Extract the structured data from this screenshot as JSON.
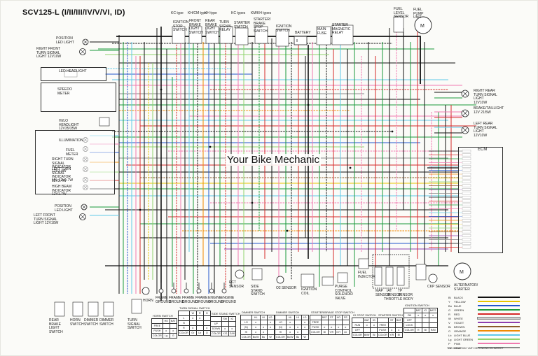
{
  "title": "SCV125-L (I/II/III/IV/V/VI, ID)",
  "watermark": "Your Bike Mechanic",
  "top_components": [
    {
      "type": "KC type",
      "name": "IGNITION STOP SWITCH"
    },
    {
      "type": "KH/CM type",
      "name": "FRONT BRAKE LIGHT SWITCH"
    },
    {
      "type": "KH type",
      "name": "REAR BRAKE LIGHT SWITCH"
    },
    {
      "type": "",
      "name": "TURN SIGNAL RELAY"
    },
    {
      "type": "KC types",
      "name": "STARTER SWITCH"
    },
    {
      "type": "KM/KH types",
      "name": "STARTER/ BRAKE STOP SWITCH"
    },
    {
      "type": "",
      "name": "IGNITION SWITCH"
    },
    {
      "type": "",
      "name": "BATTERY"
    },
    {
      "type": "",
      "name": "MAIN FUSE"
    },
    {
      "type": "",
      "name": "STARTER MAGNETIC RELAY"
    },
    {
      "type": "",
      "name": "FUEL LEVEL SENSOR"
    },
    {
      "type": "",
      "name": "FUEL PUMP UNIT"
    }
  ],
  "left_components": [
    "POSITION LED LIGHT",
    "RIGHT FRONT TURN SIGNAL LIGHT 12V10W",
    "LED HEADLIGHT",
    "SPEEDO METER",
    "HI/LO HEADLIGHT 12V35/35W",
    "ILLUMINATION",
    "FUEL METER",
    "RIGHT TURN SIGNAL INDICATOR 12V3.4W",
    "LEFT TURN SIGNAL INDICATOR 12V3.4W",
    "MIL 12V1.7W",
    "HIGH BEAM INDICATOR 12V1.7W",
    "POSITION LED LIGHT",
    "LEFT FRONT TURN SIGNAL LIGHT 12V10W"
  ],
  "right_components": [
    "RIGHT REAR TURN SIGNAL LIGHT 12V10W",
    "BRAKE/TAILLIGHT 12V 21/5W",
    "LEFT REAR TURN SIGNAL LIGHT 12V10W",
    "ECM"
  ],
  "bottom_components": [
    "ECT SENSOR",
    "SIDE STAND SWITCH",
    "O2 SENSOR",
    "IGNITION COIL",
    "PURGE CONTROL SOLENOID VALVE",
    "FUEL INJECTOR",
    "MAP SENSOR",
    "IAT SENSOR",
    "TP SENSOR",
    "THROTTLE BODY",
    "CKP SENSOR",
    "ALTERNATOR/ STARTER"
  ],
  "bottom_switches": [
    "REAR BRAKE LIGHT SWITCH",
    "HORN SWITCH",
    "DIMMER SWITCH",
    "DIMMER SWITCH",
    "TURN SIGNAL SWITCH",
    "HORN",
    "FRAME GROUND",
    "FRAME GROUND",
    "FRAME GROUND",
    "FRAME GROUND",
    "ENGINE GROUND",
    "ENGINE GROUND"
  ],
  "switch_tables": [
    {
      "title": "HORN SWITCH",
      "header": [
        "",
        "HO",
        "BAT"
      ],
      "rows": [
        [
          "FREE",
          "",
          ""
        ],
        [
          "PUSH",
          "o",
          "o"
        ],
        [
          "COLOR",
          "Lg",
          "G"
        ]
      ]
    },
    {
      "title": "TURN SIGNAL SWITCH",
      "header": [
        "",
        "W",
        "R",
        "O"
      ],
      "rows": [
        [
          "L",
          "o",
          "o",
          ""
        ],
        [
          "N",
          "",
          "",
          ""
        ],
        [
          "R",
          "o",
          "",
          "o"
        ],
        [
          "COLOR",
          "Gr",
          "Lb",
          "O"
        ]
      ]
    },
    {
      "title": "SIDE STAND SWITCH",
      "header": [
        "",
        "SW",
        "IG"
      ],
      "rows": [
        [
          "UP",
          "",
          ""
        ],
        [
          "DOWN",
          "o",
          "o"
        ],
        [
          "COLOR",
          "Y/G",
          "G/W"
        ]
      ]
    },
    {
      "title": "DIMMER SWITCH",
      "header": [
        "",
        "HL",
        "HI",
        "LO"
      ],
      "rows": [
        [
          "LO",
          "o",
          "",
          "o"
        ],
        [
          "(N)",
          "o",
          "o",
          "o"
        ],
        [
          "HI",
          "o",
          "o",
          ""
        ],
        [
          "COLOR",
          "Bu/W",
          "Bu",
          "W"
        ]
      ]
    },
    {
      "title": "DIMMER SWITCH",
      "header": [
        "",
        "HL",
        "HI",
        "LO"
      ],
      "rows": [
        [
          "LO",
          "o",
          "",
          "o"
        ],
        [
          "(N)",
          "o",
          "o",
          "o"
        ],
        [
          "HI",
          "o",
          "o",
          ""
        ],
        [
          "COLOR",
          "Bu/W",
          "Bu",
          "W"
        ]
      ]
    },
    {
      "title": "STARTER/BRAKE STOP SWITCH",
      "header": [
        "",
        "BAT",
        "ST",
        "HO",
        "SS"
      ],
      "rows": [
        [
          "FREE",
          "",
          "",
          "",
          ""
        ],
        [
          "PUSH",
          "o",
          "o",
          "o",
          "o"
        ],
        [
          "COLOR",
          "Bl",
          "Y/R",
          "G/Y",
          "Lb"
        ]
      ]
    },
    {
      "title": "IG STOP SWITCH",
      "header": [
        "",
        "BAT",
        "IG"
      ],
      "rows": [
        [
          "RUN",
          "o",
          "o"
        ],
        [
          "OFF",
          "",
          ""
        ],
        [
          "COLOR",
          "Bl/W",
          "Bl"
        ]
      ]
    },
    {
      "title": "STARTER SWITCH",
      "header": [
        "",
        "ST",
        "BAT"
      ],
      "rows": [
        [
          "FREE",
          "",
          ""
        ],
        [
          "PUSH",
          "o",
          "o"
        ],
        [
          "COLOR",
          "Y/R",
          "Bl"
        ]
      ]
    },
    {
      "title": "IGNITION SWITCH",
      "header": [
        "",
        "BAT",
        "IG",
        "BAT2"
      ],
      "rows": [
        [
          "ON",
          "o",
          "o",
          "o"
        ],
        [
          "OFF",
          "",
          "",
          ""
        ],
        [
          "LOCK",
          "",
          "",
          ""
        ],
        [
          "COLOR",
          "R",
          "Bl",
          "R/Bl"
        ]
      ]
    }
  ],
  "legend": [
    {
      "code": "Bl",
      "name": "BLACK",
      "color": "#111111"
    },
    {
      "code": "Y",
      "name": "YELLOW",
      "color": "#e8c400"
    },
    {
      "code": "Bu",
      "name": "BLUE",
      "color": "#2255cc"
    },
    {
      "code": "G",
      "name": "GREEN",
      "color": "#1a9a3a"
    },
    {
      "code": "R",
      "name": "RED",
      "color": "#d62828"
    },
    {
      "code": "W",
      "name": "WHITE",
      "color": "#cfcfcf"
    },
    {
      "code": "V",
      "name": "VIOLET",
      "color": "#8e3fb0"
    },
    {
      "code": "Br",
      "name": "BROWN",
      "color": "#8a5a2b"
    },
    {
      "code": "O",
      "name": "ORANGE",
      "color": "#f08a00"
    },
    {
      "code": "Lb",
      "name": "LIGHT BLUE",
      "color": "#5fc8e8"
    },
    {
      "code": "Lg",
      "name": "LIGHT GREEN",
      "color": "#8fd36b"
    },
    {
      "code": "P",
      "name": "PINK",
      "color": "#f07ab0"
    },
    {
      "code": "Gr",
      "name": "GRAY",
      "color": "#8a8a8a"
    }
  ],
  "legend_note": "THIS COLOR MAY VARY DEPENDING ON MARKET",
  "wire_colors": {
    "black": "#111111",
    "red": "#d62828",
    "green": "#1a9a3a",
    "blue": "#2255cc",
    "lightblue": "#5fc8e8",
    "pink": "#f07ab0",
    "yellow": "#e8c400",
    "orange": "#f08a00",
    "brown": "#8a5a2b",
    "violet": "#8e3fb0",
    "lightgreen": "#8fd36b",
    "gray": "#8a8a8a"
  }
}
